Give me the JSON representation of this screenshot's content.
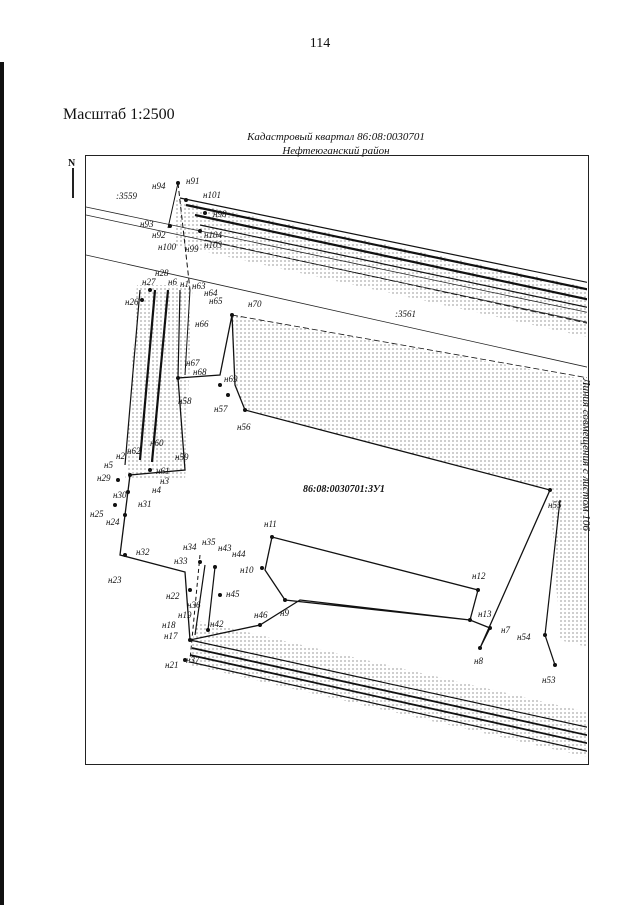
{
  "page_number": "114",
  "scale": "Масштаб 1:2500",
  "caption_line1": "Кадастровый квартал 86:08:0030701",
  "caption_line2": "Нефтеюганский район",
  "north_label": "N",
  "side_label": "Линия совмещения с листом 106",
  "parcel_label": "86:08:0030701:ЗУ1",
  "neighbor_3559": ":3559",
  "neighbor_3561": ":3561",
  "points": [
    {
      "label": "н94"
    },
    {
      "label": "н91"
    },
    {
      "label": "н101"
    },
    {
      "label": "н98"
    },
    {
      "label": "н93"
    },
    {
      "label": "н92"
    },
    {
      "label": "н104"
    },
    {
      "label": "н100"
    },
    {
      "label": "н99"
    },
    {
      "label": "н103"
    },
    {
      "label": "н28"
    },
    {
      "label": "н27"
    },
    {
      "label": "н6"
    },
    {
      "label": "н1"
    },
    {
      "label": "н63"
    },
    {
      "label": "н64"
    },
    {
      "label": "н65"
    },
    {
      "label": "н26"
    },
    {
      "label": "н66"
    },
    {
      "label": "н70"
    },
    {
      "label": "н67"
    },
    {
      "label": "н68"
    },
    {
      "label": "н69"
    },
    {
      "label": "н58"
    },
    {
      "label": "н57"
    },
    {
      "label": "н56"
    },
    {
      "label": "н60"
    },
    {
      "label": "н59"
    },
    {
      "label": "н61"
    },
    {
      "label": "н5"
    },
    {
      "label": "н2"
    },
    {
      "label": "н3"
    },
    {
      "label": "н4"
    },
    {
      "label": "н29"
    },
    {
      "label": "н30"
    },
    {
      "label": "н31"
    },
    {
      "label": "н25"
    },
    {
      "label": "н24"
    },
    {
      "label": "н55"
    },
    {
      "label": "н11"
    },
    {
      "label": "н32"
    },
    {
      "label": "н23"
    },
    {
      "label": "н34"
    },
    {
      "label": "н35"
    },
    {
      "label": "н43"
    },
    {
      "label": "н44"
    },
    {
      "label": "н10"
    },
    {
      "label": "н33"
    },
    {
      "label": "н12"
    },
    {
      "label": "н22"
    },
    {
      "label": "н45"
    },
    {
      "label": "н36"
    },
    {
      "label": "н46"
    },
    {
      "label": "н9"
    },
    {
      "label": "н13"
    },
    {
      "label": "н19"
    },
    {
      "label": "н42"
    },
    {
      "label": "н7"
    },
    {
      "label": "н18"
    },
    {
      "label": "н17"
    },
    {
      "label": "н54"
    },
    {
      "label": "н8"
    },
    {
      "label": "н21"
    },
    {
      "label": "н37"
    },
    {
      "label": "н53"
    },
    {
      "label": "н62"
    }
  ]
}
